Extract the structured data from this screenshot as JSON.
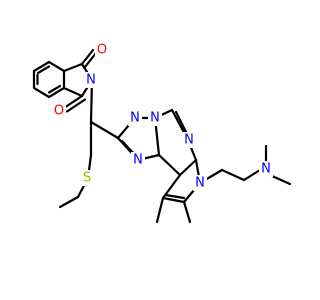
{
  "colors": {
    "carbon": "#000000",
    "oxygen": "#ff0000",
    "nitrogen": "#0000ff",
    "sulfur": "#b3b300"
  },
  "atoms": [
    {
      "id": "o1",
      "label": "O",
      "element": "oxygen"
    },
    {
      "id": "o2",
      "label": "O",
      "element": "oxygen"
    },
    {
      "id": "n1",
      "label": "N",
      "element": "nitrogen"
    },
    {
      "id": "s1",
      "label": "S",
      "element": "sulfur"
    },
    {
      "id": "n2",
      "label": "N",
      "element": "nitrogen"
    },
    {
      "id": "n3",
      "label": "N",
      "element": "nitrogen"
    },
    {
      "id": "n4",
      "label": "N",
      "element": "nitrogen"
    },
    {
      "id": "n5",
      "label": "N",
      "element": "nitrogen"
    },
    {
      "id": "n6",
      "label": "N",
      "element": "nitrogen"
    },
    {
      "id": "n7",
      "label": "N",
      "element": "nitrogen"
    }
  ]
}
